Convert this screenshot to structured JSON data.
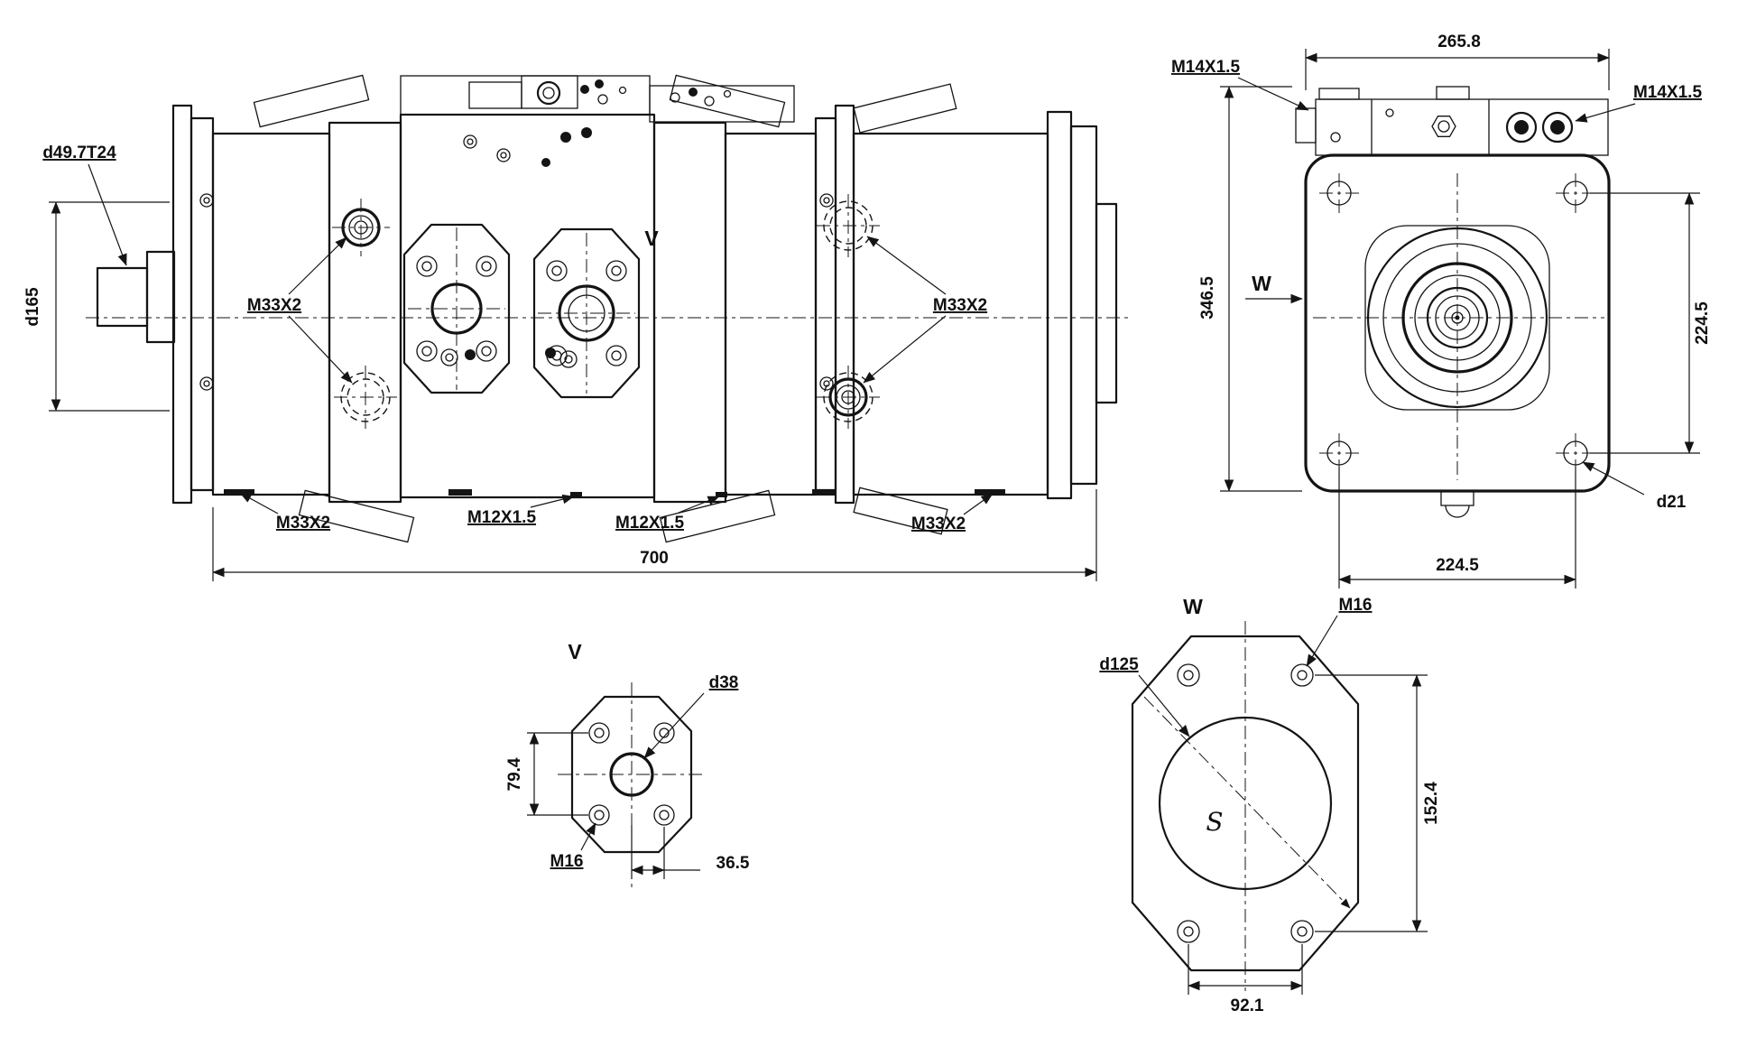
{
  "colors": {
    "background": "#ffffff",
    "line": "#141414"
  },
  "views": {
    "main": {
      "spline_label": "d49.7T24",
      "shaft_dia": "d165",
      "port_top_left": "M33X2",
      "port_top_right": "M33X2",
      "port_bottom_left": "M33X2",
      "port_bottom_right": "M33X2",
      "drain_left": "M12X1.5",
      "drain_right": "M12X1.5",
      "overall_length": "700",
      "view_v": "V"
    },
    "end": {
      "width": "265.8",
      "thread_top_left": "M14X1.5",
      "thread_top_right": "M14X1.5",
      "height": "346.5",
      "view_w": "W",
      "bolt_spacing_right": "224.5",
      "bolt_spacing_bottom": "224.5",
      "corner_hole": "d21"
    },
    "detail_v": {
      "title": "V",
      "bore": "d38",
      "pitch_vertical": "79.4",
      "thread": "M16",
      "pitch_horizontal": "36.5"
    },
    "detail_w": {
      "title": "W",
      "thread": "M16",
      "bore": "d125",
      "pitch_vertical": "152.4",
      "spline_mark": "S",
      "pitch_horizontal": "92.1"
    }
  }
}
